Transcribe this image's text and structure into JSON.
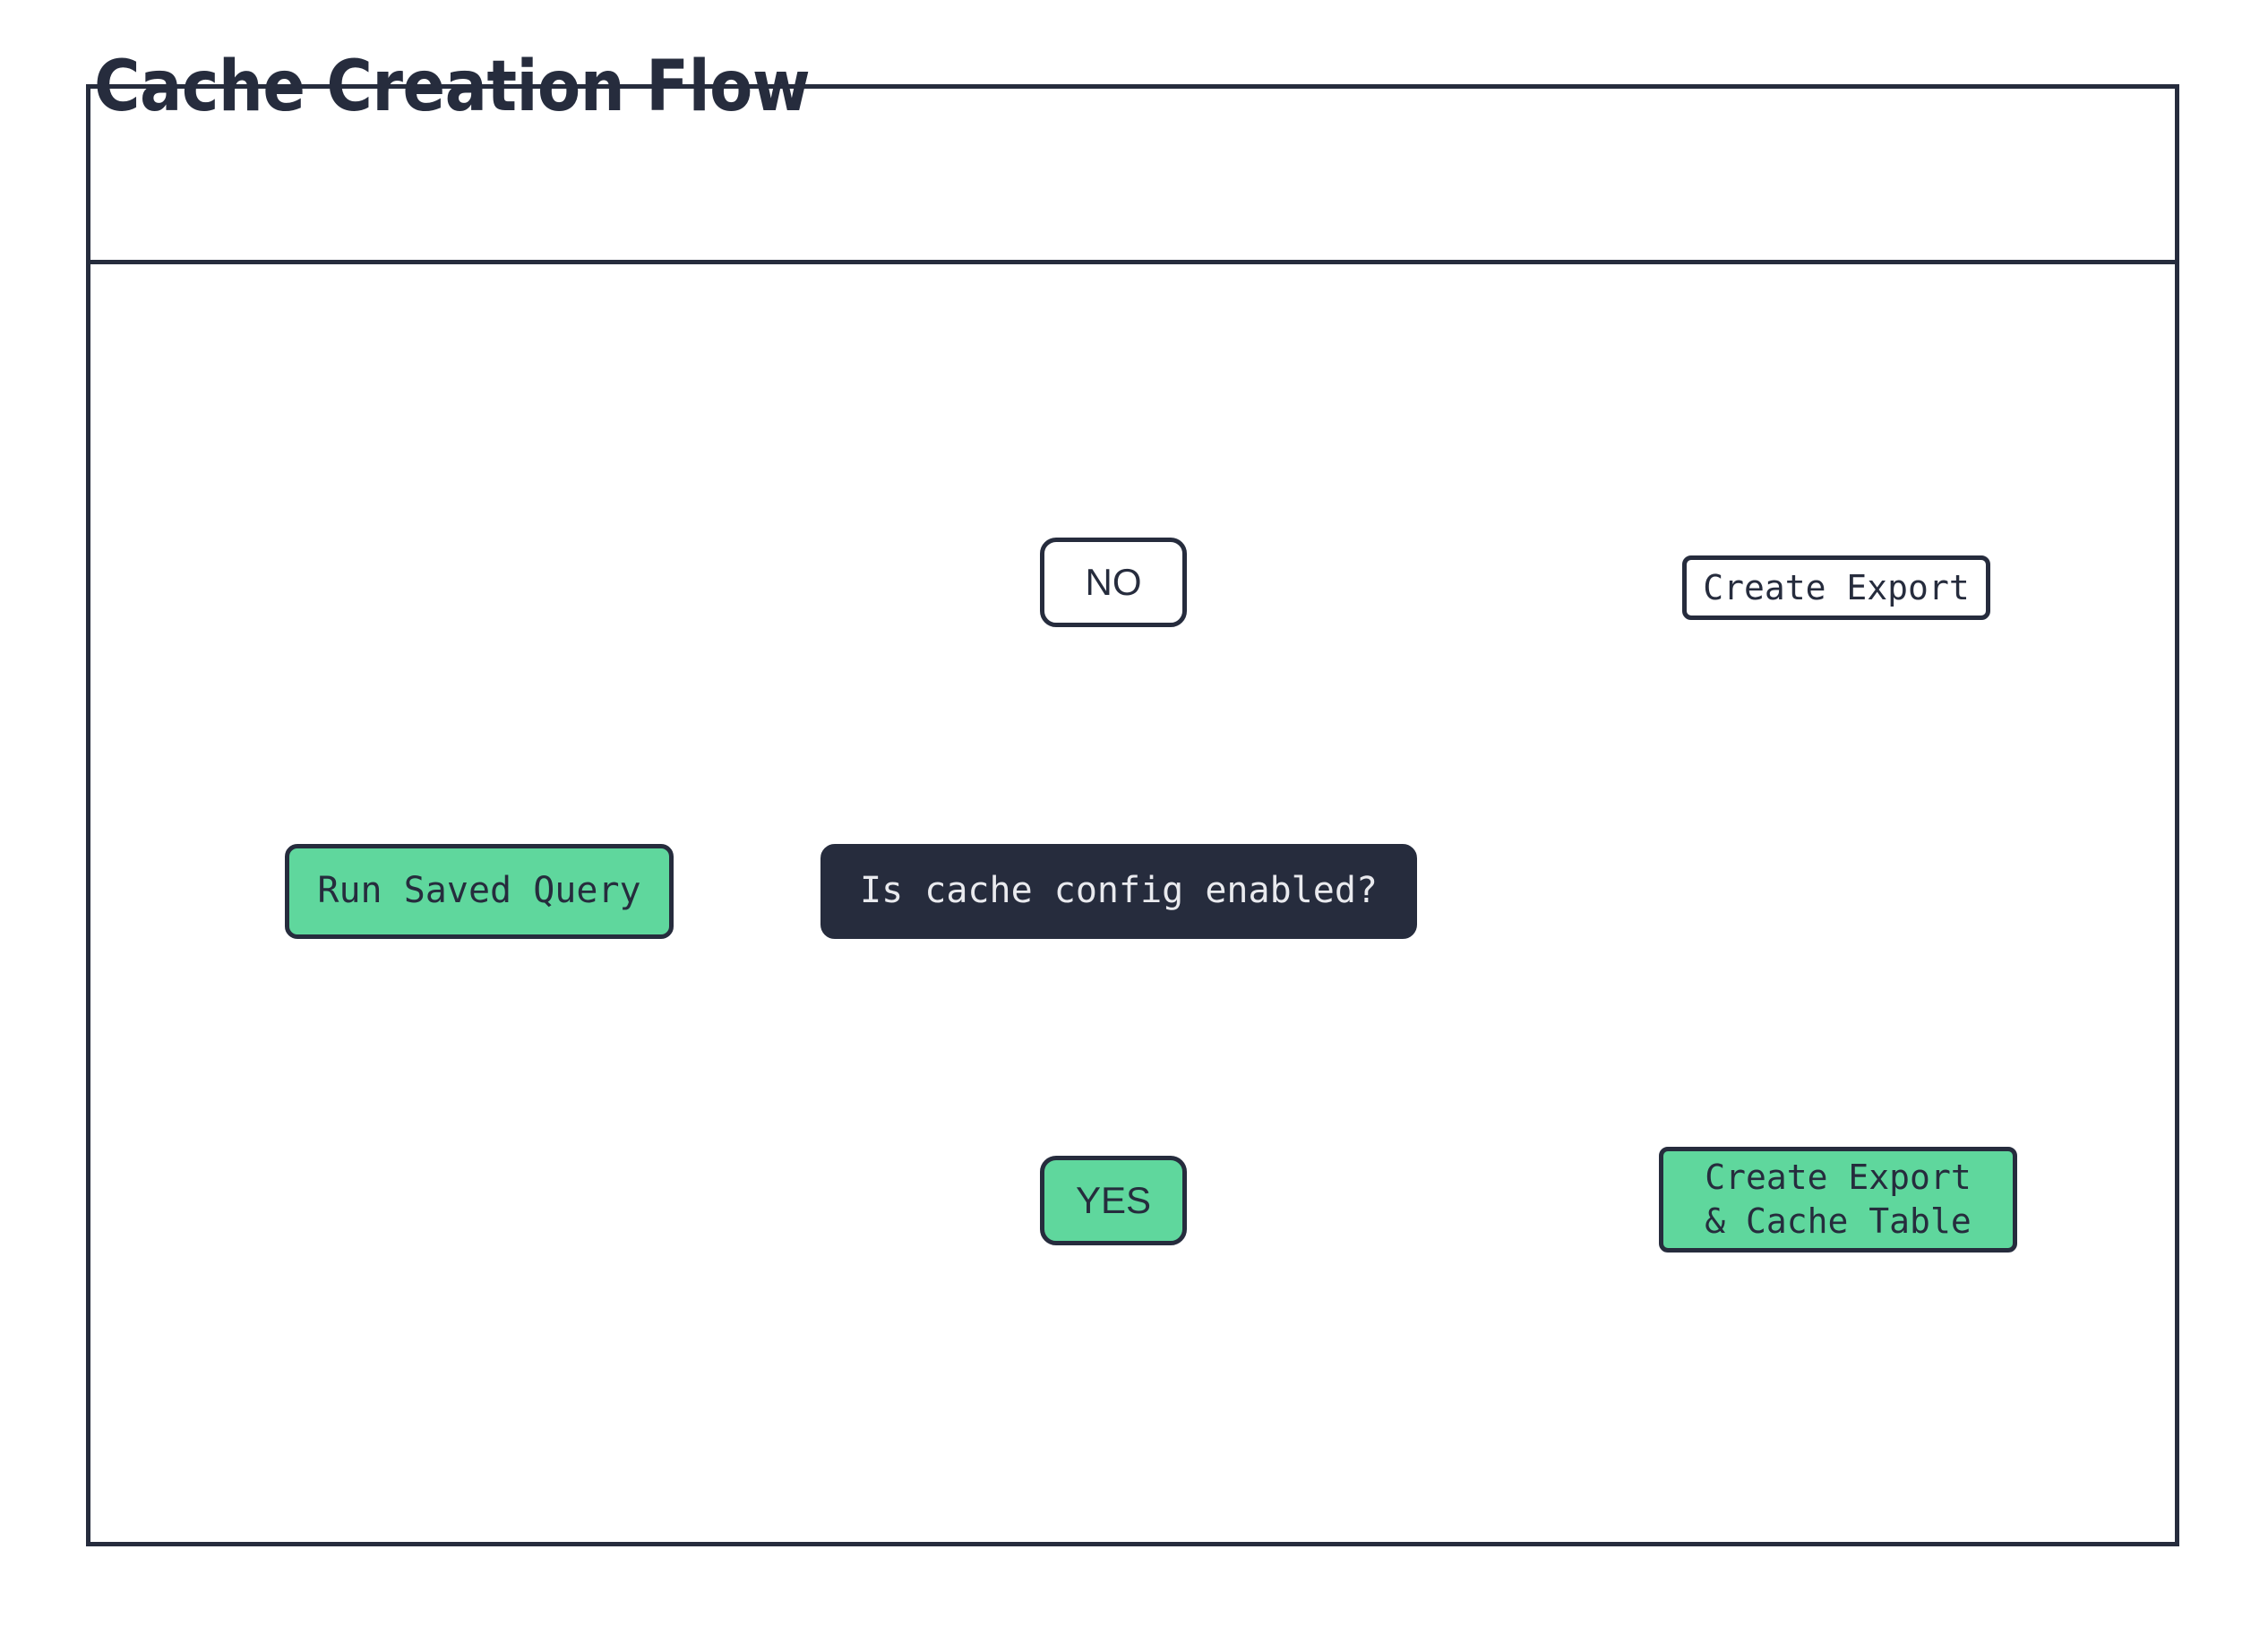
{
  "diagram": {
    "title": "Cache Creation Flow",
    "type": "flowchart",
    "colors": {
      "accent_green": "#5fd79d",
      "dark_navy": "#262c3d",
      "edge_stroke": "#000000",
      "background": "#ffffff"
    },
    "nodes": [
      {
        "id": "run-saved-query",
        "label": "Run Saved Query",
        "shape": "rounded-rect",
        "style": "green"
      },
      {
        "id": "decision",
        "label": "Is cache config enabled?",
        "shape": "rounded-rect",
        "style": "dark"
      },
      {
        "id": "no",
        "label": "NO",
        "shape": "rounded-rect",
        "style": "white"
      },
      {
        "id": "yes",
        "label": "YES",
        "shape": "rounded-rect",
        "style": "green"
      },
      {
        "id": "database-top",
        "label": "Create Export",
        "shape": "cylinder",
        "style": "white"
      },
      {
        "id": "database-bottom",
        "label": "Create Export\n& Cache Table",
        "shape": "cylinder",
        "style": "green"
      }
    ],
    "edges": [
      {
        "from": "run-saved-query",
        "to": "decision"
      },
      {
        "from": "decision",
        "to": "no"
      },
      {
        "from": "decision",
        "to": "yes"
      },
      {
        "from": "no",
        "to": "database-top"
      },
      {
        "from": "yes",
        "to": "database-bottom"
      }
    ]
  }
}
